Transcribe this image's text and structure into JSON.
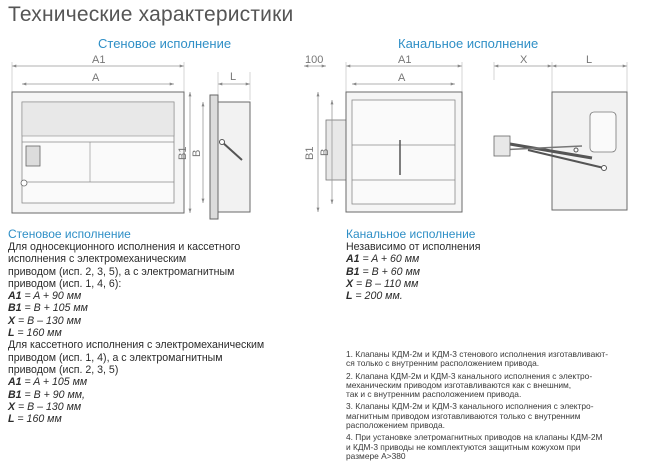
{
  "page_title": "Технические характеристики",
  "captions": {
    "wall_drawing": "Стеновое исполнение",
    "duct_drawing": "Канальное исполнение"
  },
  "dims": {
    "wall_front": {
      "a1": "A1",
      "a": "A",
      "b1": "B1",
      "b": "B"
    },
    "wall_side": {
      "l": "L"
    },
    "duct_front": {
      "d100": "100",
      "a1": "A1",
      "a": "A",
      "b1": "B1",
      "b": "B"
    },
    "duct_side": {
      "x": "X",
      "l": "L"
    }
  },
  "wall_spec": {
    "heading": "Стеновое исполнение",
    "intro": [
      "Для односекционного исполнения и кассетного",
      "исполнения с электромеханическим",
      "приводом (исп. 2, 3, 5), а с электромагнитным",
      "приводом (исп. 1, 4, 6):"
    ],
    "formulas1": [
      {
        "var": "A1",
        "expr": " = A + 90 мм"
      },
      {
        "var": "B1",
        "expr": " = B + 105 мм"
      },
      {
        "var": "X",
        "expr": " = B – 130 мм"
      },
      {
        "var": "L",
        "expr": " = 160 мм"
      }
    ],
    "intro2": [
      "Для кассетного исполнения с электромеханическим",
      "приводом (исп. 1, 4), а с электромагнитным",
      "приводом (исп. 2, 3, 5)"
    ],
    "formulas2": [
      {
        "var": "A1",
        "expr": " = A + 105 мм"
      },
      {
        "var": "B1",
        "expr": " = B + 90 мм,"
      },
      {
        "var": "X",
        "expr": " = B – 130 мм"
      },
      {
        "var": "L",
        "expr": " = 160 мм"
      }
    ]
  },
  "duct_spec": {
    "heading": "Канальное исполнение",
    "intro": "Независимо от исполнения",
    "formulas": [
      {
        "var": "A1",
        "expr": " = A + 60 мм"
      },
      {
        "var": "B1",
        "expr": " = B + 60 мм"
      },
      {
        "var": "X",
        "expr": " = B – 110 мм"
      },
      {
        "var": "L",
        "expr": " = 200 мм."
      }
    ]
  },
  "notes": [
    [
      "1. Клапаны КДМ-2м и КДМ-3 стенового исполнения изготавливают-",
      "ся только с внутренним расположением привода."
    ],
    [
      "2. Клапана КДМ-2м и КДМ-3 канального исполнения с электро-",
      "механическим приводом изготавливаются как с внешним,",
      "так и с внутренним расположением привода."
    ],
    [
      "3. Клапаны КДМ-2м и КДМ-3 канального исполнения с электро-",
      "магнитным приводом изготавливаются только с внутренним",
      "расположением привода."
    ],
    [
      "4. При установке элетромагнитных приводов на клапаны КДМ-2М",
      "и КДМ-3 приводы не комплектуются защитным кожухом при",
      "размере А>380"
    ]
  ]
}
